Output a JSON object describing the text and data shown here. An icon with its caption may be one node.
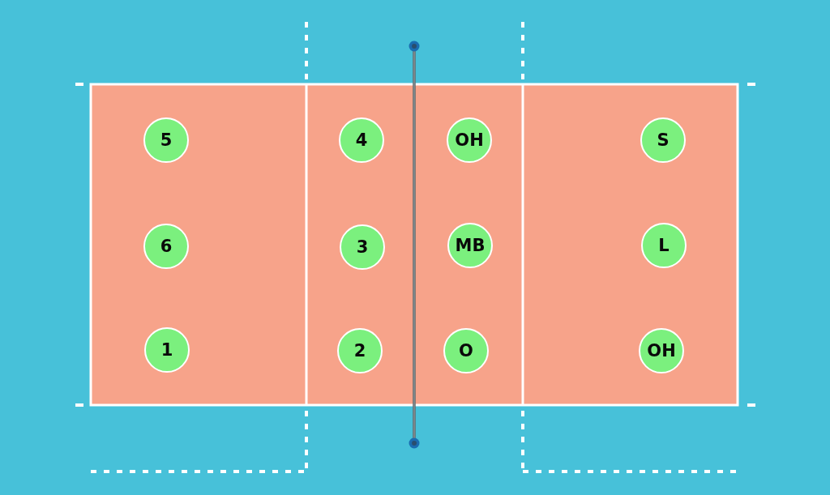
{
  "diagram": {
    "nodes": [
      {
        "text": [
          "5"
        ]
      },
      {
        "text": [
          "4"
        ]
      },
      {
        "text": [
          "OH"
        ]
      },
      {
        "text": [
          "S"
        ]
      },
      {
        "text": [
          "6"
        ]
      },
      {
        "text": [
          "3"
        ]
      },
      {
        "text": [
          "MB"
        ]
      },
      {
        "text": [
          "L"
        ]
      },
      {
        "text": [
          "1"
        ]
      },
      {
        "text": [
          "2"
        ]
      },
      {
        "text": [
          "O"
        ]
      },
      {
        "text": [
          "OH"
        ]
      }
    ]
  }
}
